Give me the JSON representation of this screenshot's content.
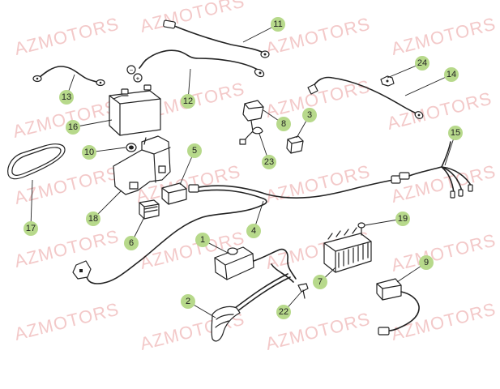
{
  "watermark_text": "AZMOTORS",
  "colors": {
    "watermark": "#f3c9c9",
    "callout_fill": "#b7d98b",
    "line": "#222222",
    "background": "#ffffff"
  },
  "callouts": [
    {
      "label": "1",
      "part": "ignition-coil"
    },
    {
      "label": "2",
      "part": "spark-plug-cap"
    },
    {
      "label": "3",
      "part": "switch"
    },
    {
      "label": "4",
      "part": "main-wiring-harness"
    },
    {
      "label": "5",
      "part": "relay"
    },
    {
      "label": "6",
      "part": "relay"
    },
    {
      "label": "7",
      "part": "voltage-regulator"
    },
    {
      "label": "8",
      "part": "horn"
    },
    {
      "label": "9",
      "part": "connector-lead"
    },
    {
      "label": "10",
      "part": "grommet"
    },
    {
      "label": "11",
      "part": "battery-cable"
    },
    {
      "label": "12",
      "part": "battery-cable"
    },
    {
      "label": "13",
      "part": "ground-cable"
    },
    {
      "label": "14",
      "part": "cable"
    },
    {
      "label": "15",
      "part": "auxiliary-harness"
    },
    {
      "label": "16",
      "part": "battery"
    },
    {
      "label": "17",
      "part": "battery-strap"
    },
    {
      "label": "18",
      "part": "battery-bracket"
    },
    {
      "label": "19",
      "part": "screw"
    },
    {
      "label": "22",
      "part": "screw"
    },
    {
      "label": "23",
      "part": "washer"
    },
    {
      "label": "24",
      "part": "clip"
    }
  ]
}
